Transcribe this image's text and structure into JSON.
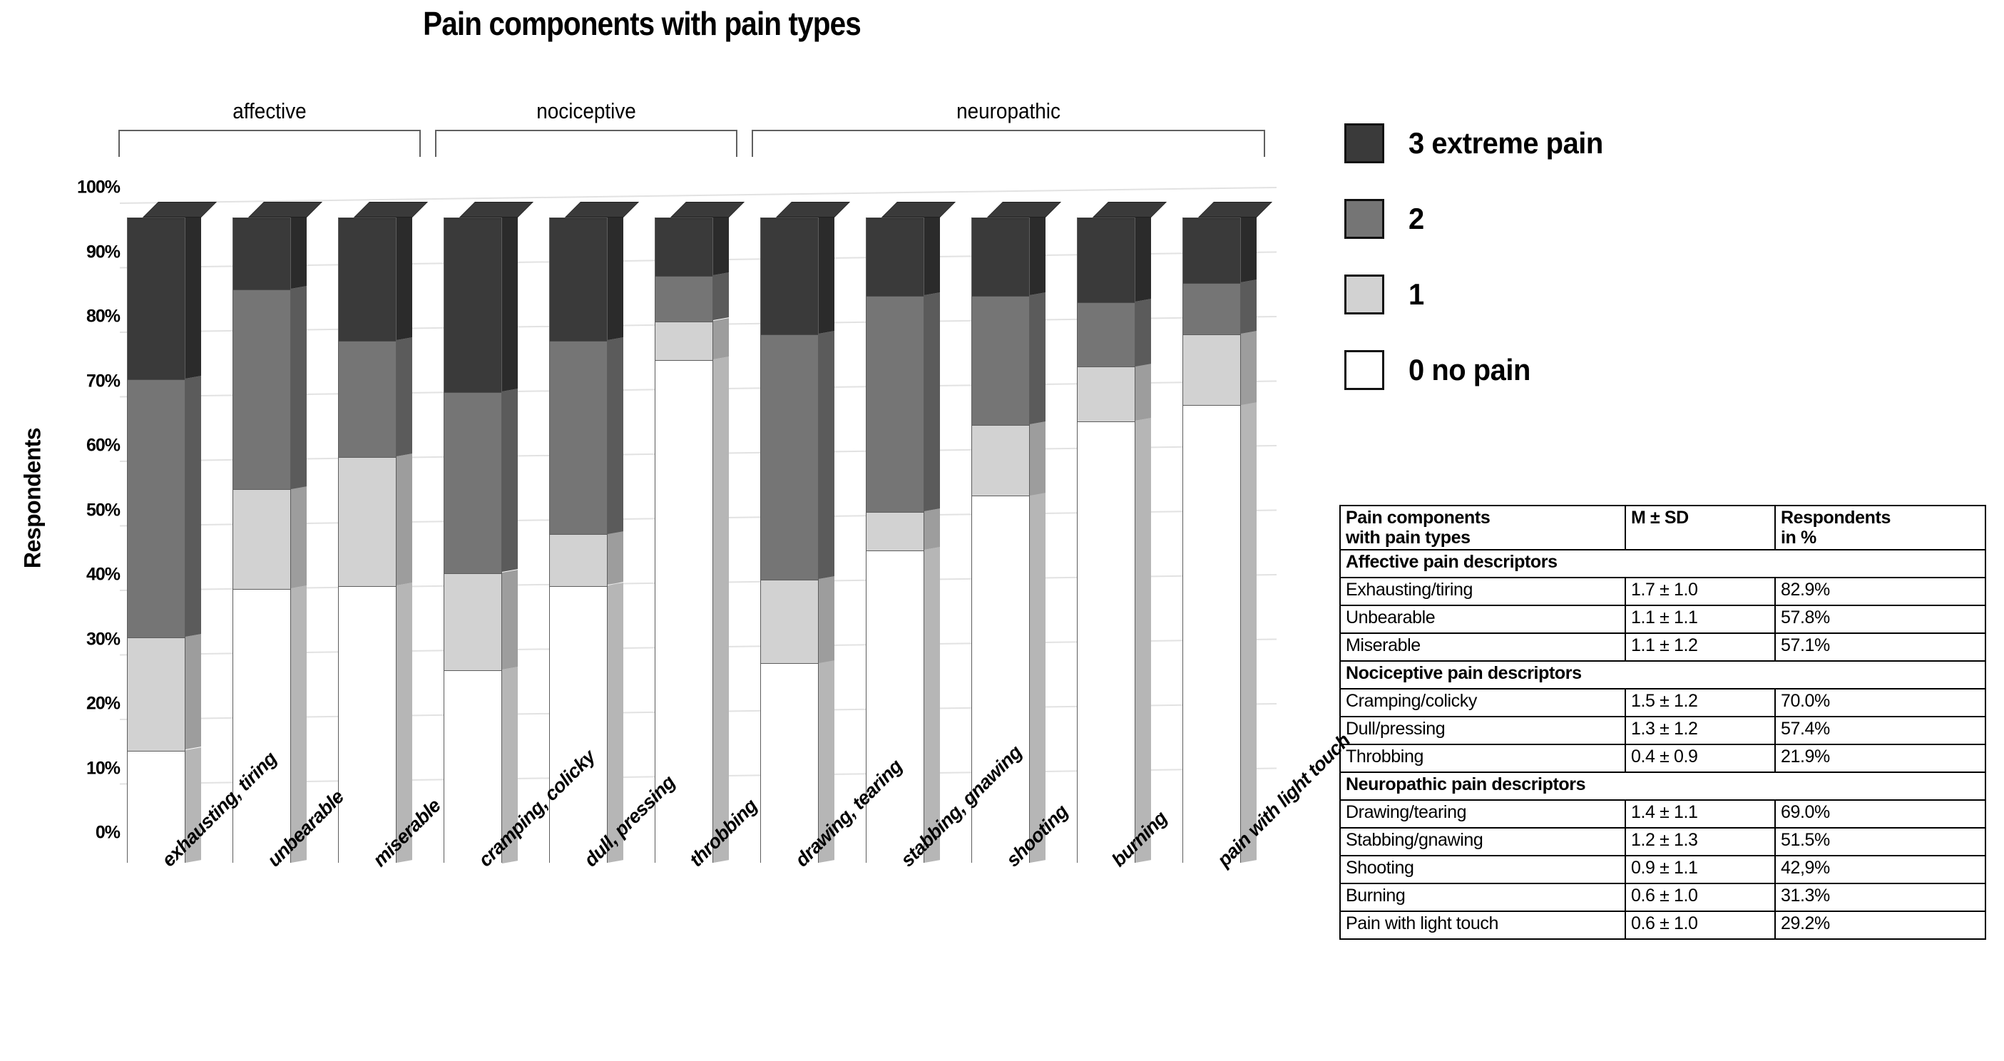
{
  "chart_data": {
    "type": "bar",
    "title": "Pain components with pain types",
    "xlabel": "",
    "ylabel": "Respondents",
    "ylim": [
      0,
      100
    ],
    "ytick_labels": [
      "100%",
      "90%",
      "80%",
      "70%",
      "60%",
      "50%",
      "40%",
      "30%",
      "20%",
      "10%",
      "0%"
    ],
    "ytick_values": [
      100,
      90,
      80,
      70,
      60,
      50,
      40,
      30,
      20,
      10,
      0
    ],
    "grid": true,
    "stacked": true,
    "legend_position": "right",
    "categories": [
      "exhausting, tiring",
      "unbearable",
      "miserable",
      "cramping, colicky",
      "dull, pressing",
      "throbbing",
      "drawing, tearing",
      "stabbing, gnawing",
      "shooting",
      "burning",
      "pain with light touch"
    ],
    "groups": [
      {
        "label": "affective",
        "start": 0,
        "end": 2
      },
      {
        "label": "nociceptive",
        "start": 3,
        "end": 5
      },
      {
        "label": "neuropathic",
        "start": 6,
        "end": 10
      }
    ],
    "series": [
      {
        "name": "0  no pain",
        "key": "0",
        "color": "#ffffff",
        "values": [
          17.5,
          42.5,
          43.0,
          30.0,
          43.0,
          78.0,
          31.0,
          48.5,
          57.0,
          68.5,
          71.0
        ]
      },
      {
        "name": "1",
        "key": "1",
        "color": "#d2d2d2",
        "values": [
          17.5,
          15.5,
          20.0,
          15.0,
          8.0,
          6.0,
          13.0,
          6.0,
          11.0,
          8.5,
          11.0
        ]
      },
      {
        "name": "2",
        "key": "2",
        "color": "#757575",
        "values": [
          40.0,
          31.0,
          18.0,
          28.0,
          30.0,
          7.0,
          38.0,
          33.5,
          20.0,
          10.0,
          8.0
        ]
      },
      {
        "name": "3  extreme pain",
        "key": "3",
        "color": "#3a3a3a",
        "values": [
          25.0,
          11.0,
          19.0,
          27.0,
          19.0,
          9.0,
          18.0,
          12.0,
          12.0,
          13.0,
          10.0
        ]
      }
    ]
  },
  "legend": {
    "items": [
      {
        "label": "3  extreme pain",
        "color": "#3a3a3a"
      },
      {
        "label": "2",
        "color": "#757575"
      },
      {
        "label": "1",
        "color": "#d2d2d2"
      },
      {
        "label": "0  no pain",
        "color": "#ffffff"
      }
    ]
  },
  "table": {
    "headers": [
      "Pain components with pain types",
      "M ± SD",
      "Respondents in %"
    ],
    "header_lines": [
      [
        "Pain components",
        "with pain types"
      ],
      [
        "M ± SD"
      ],
      [
        "Respondents",
        "in %"
      ]
    ],
    "rows": [
      {
        "type": "group",
        "label": "Affective pain descriptors"
      },
      {
        "type": "data",
        "name": "Exhausting/tiring",
        "msd": "1.7 ± 1.0",
        "pct": "82.9%"
      },
      {
        "type": "data",
        "name": "Unbearable",
        "msd": "1.1 ± 1.1",
        "pct": "57.8%"
      },
      {
        "type": "data",
        "name": "Miserable",
        "msd": "1.1 ± 1.2",
        "pct": "57.1%"
      },
      {
        "type": "group",
        "label": "Nociceptive pain descriptors"
      },
      {
        "type": "data",
        "name": "Cramping/colicky",
        "msd": "1.5 ± 1.2",
        "pct": "70.0%"
      },
      {
        "type": "data",
        "name": "Dull/pressing",
        "msd": "1.3 ± 1.2",
        "pct": "57.4%"
      },
      {
        "type": "data",
        "name": "Throbbing",
        "msd": "0.4 ± 0.9",
        "pct": "21.9%"
      },
      {
        "type": "group",
        "label": "Neuropathic pain descriptors"
      },
      {
        "type": "data",
        "name": "Drawing/tearing",
        "msd": "1.4 ± 1.1",
        "pct": "69.0%"
      },
      {
        "type": "data",
        "name": "Stabbing/gnawing",
        "msd": "1.2 ± 1.3",
        "pct": "51.5%"
      },
      {
        "type": "data",
        "name": "Shooting",
        "msd": "0.9 ± 1.1",
        "pct": "42,9%"
      },
      {
        "type": "data",
        "name": "Burning",
        "msd": "0.6 ± 1.0",
        "pct": "31.3%"
      },
      {
        "type": "data",
        "name": "Pain with light touch",
        "msd": "0.6 ± 1.0",
        "pct": "29.2%"
      }
    ]
  }
}
